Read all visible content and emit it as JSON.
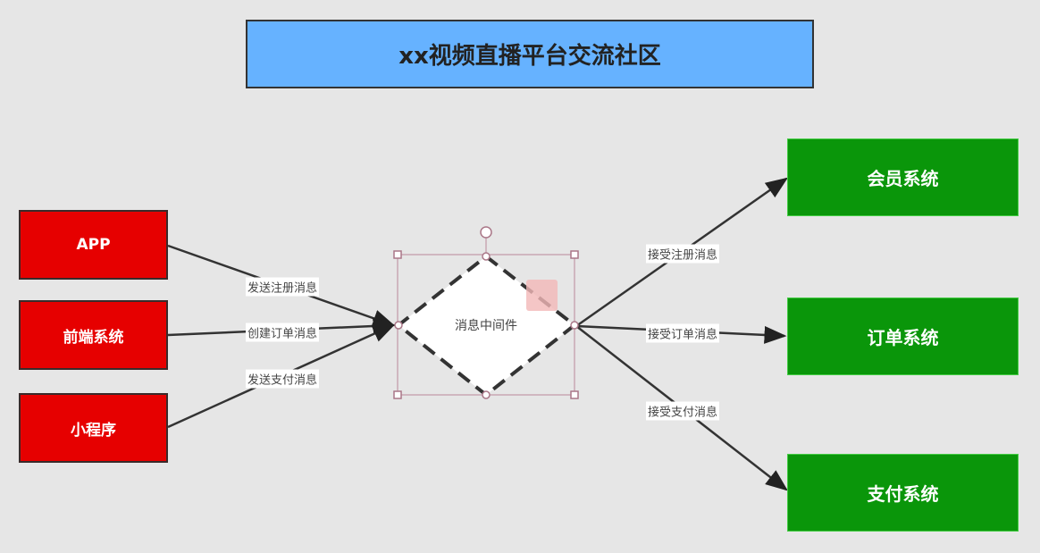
{
  "title": "xx视频直播平台交流社区",
  "sources": [
    "APP",
    "前端系统",
    "小程序"
  ],
  "middleware": "消息中间件",
  "targets": [
    "会员系统",
    "订单系统",
    "支付系统"
  ],
  "send_labels": [
    "发送注册消息",
    "创建订单消息",
    "发送支付消息"
  ],
  "receive_labels": [
    "接受注册消息",
    "接受订单消息",
    "接受支付消息"
  ],
  "colors": {
    "title": "#66b2ff",
    "source": "#e60000",
    "target": "#0a960a"
  }
}
